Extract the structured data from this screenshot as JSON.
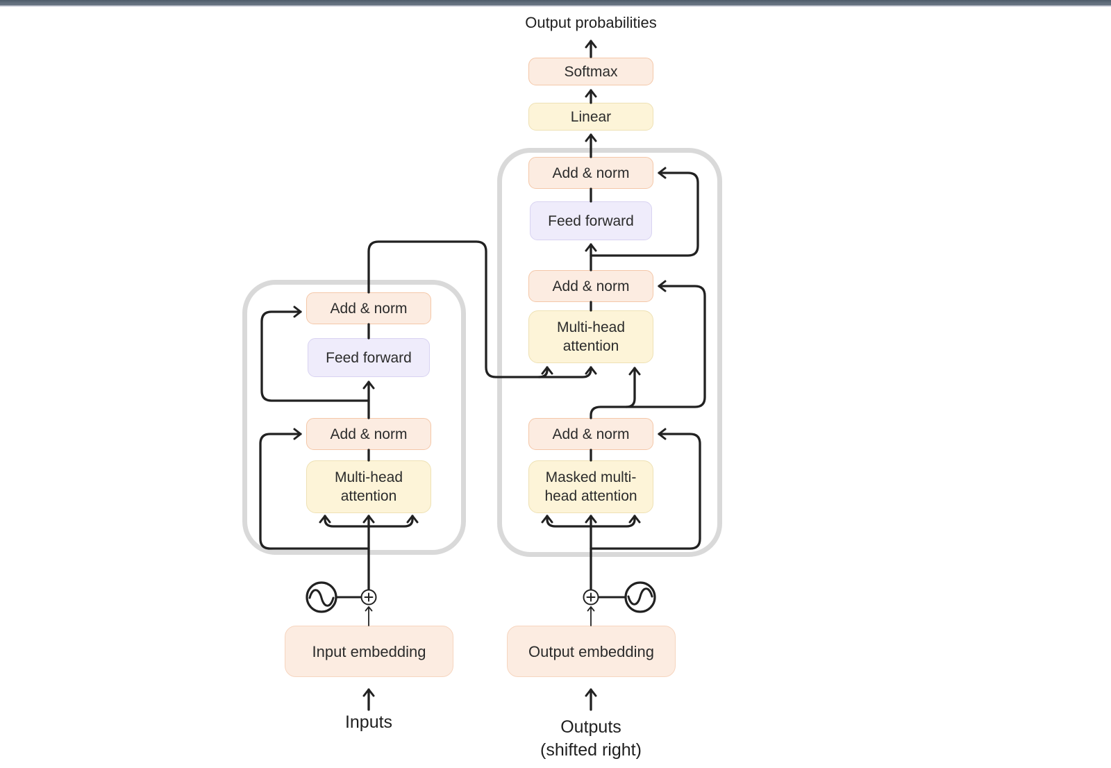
{
  "window": {
    "top_bar_color": "#5d6a78"
  },
  "diagram": {
    "output_probabilities_label": "Output probabilities",
    "softmax_label": "Softmax",
    "linear_label": "Linear",
    "decoder": {
      "add_norm_top_label": "Add & norm",
      "feed_forward_label": "Feed forward",
      "add_norm_mid_label": "Add & norm",
      "mha_line1": "Multi-head",
      "mha_line2": "attention",
      "add_norm_bottom_label": "Add & norm",
      "masked_mha_line1": "Masked multi-",
      "masked_mha_line2": "head attention"
    },
    "encoder": {
      "add_norm_top_label": "Add & norm",
      "feed_forward_label": "Feed forward",
      "add_norm_bottom_label": "Add & norm",
      "mha_line1": "Multi-head",
      "mha_line2": "attention"
    },
    "input_embedding_label": "Input embedding",
    "output_embedding_label": "Output embedding",
    "inputs_label": "Inputs",
    "outputs_label": "Outputs",
    "outputs_shift_label": "(shifted right)",
    "icons": {
      "positional_encoding_left": "sine-wave-circle",
      "positional_encoding_right": "sine-wave-circle",
      "sum_left": "plus-circle",
      "sum_right": "plus-circle"
    },
    "colors": {
      "addnorm_box_fill": "#fcece1",
      "addnorm_box_border": "#f4c7a8",
      "attention_box_fill": "#fdf4d8",
      "attention_box_border": "#eee1b4",
      "feedforward_box_fill": "#efecfb",
      "feedforward_box_border": "#d8d2f1",
      "embedding_box_fill": "#fcece1",
      "embedding_box_border": "#f6d5bf",
      "block_outline": "#d9d9d9",
      "connector": "#212121"
    },
    "flow": [
      "Inputs -> Input embedding",
      "Input embedding -> plus (positional encoding added)",
      "plus -> encoder Multi-head attention (3 arrows)",
      "encoder residual skips into each Add & norm from the left",
      "encoder output -> decoder Multi-head attention (2 left arrows)",
      "Outputs (shifted right) -> Output embedding",
      "Output embedding -> plus (positional encoding added)",
      "plus -> Masked multi-head attention (3 arrows)",
      "masked block output -> decoder Multi-head attention (right arrow)",
      "decoder residuals skip into each Add & norm from the right",
      "decoder -> Linear -> Softmax -> Output probabilities"
    ]
  }
}
